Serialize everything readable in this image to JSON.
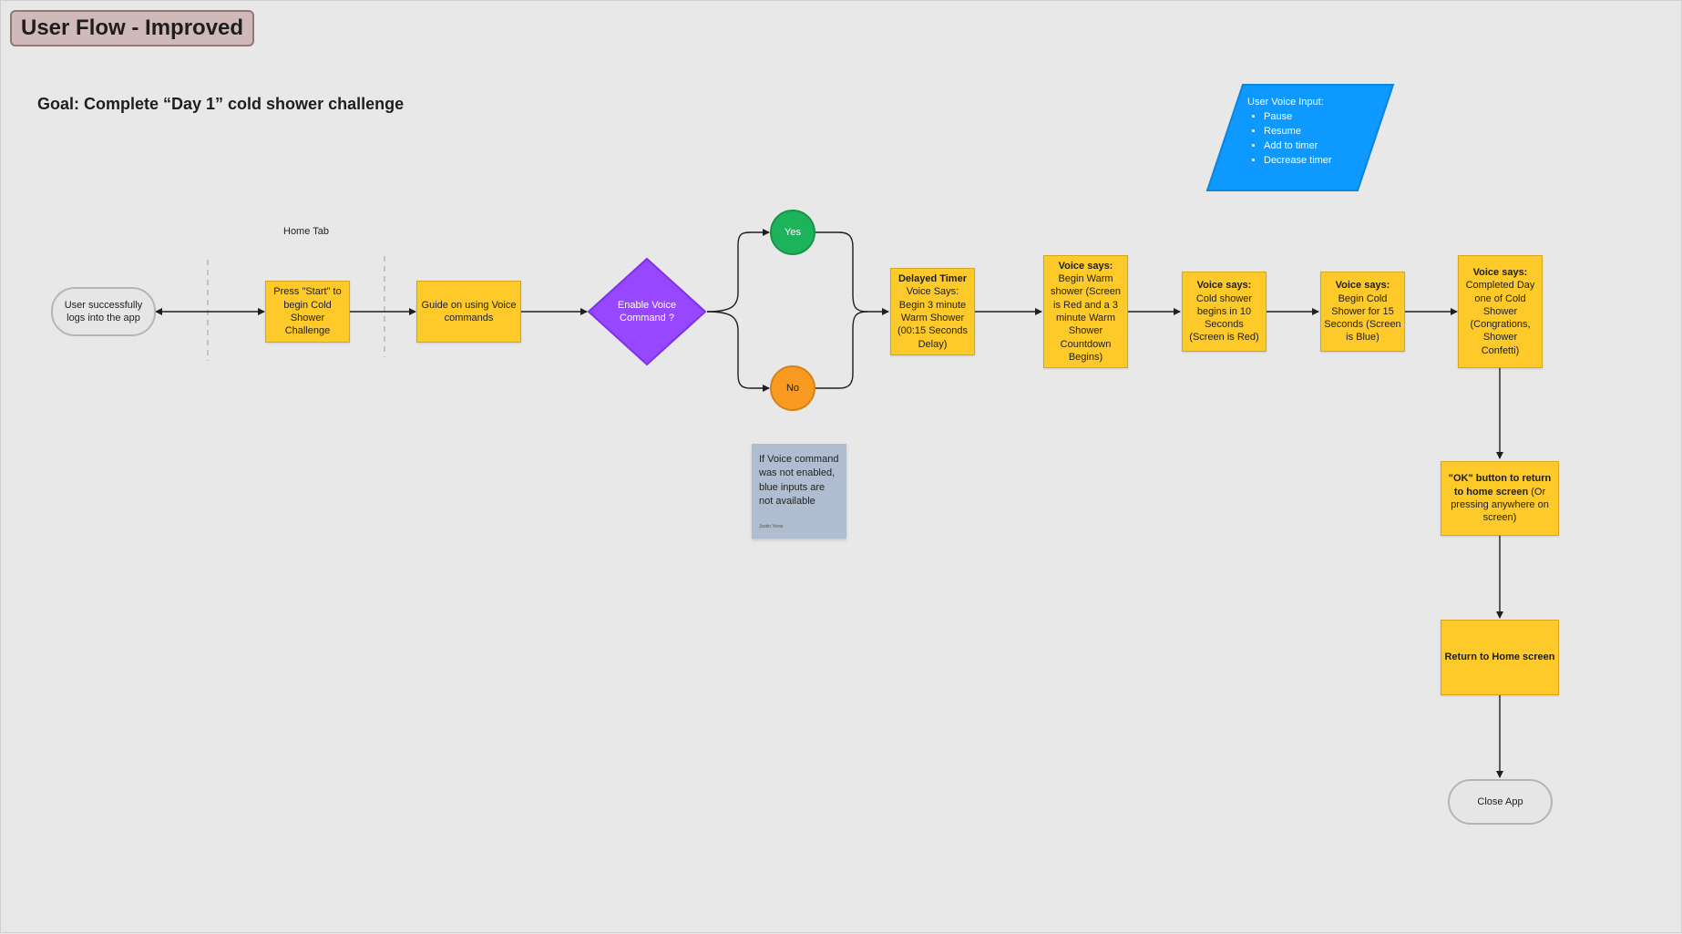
{
  "frame": {
    "title": "User Flow - Improved"
  },
  "goal": "Goal: Complete “Day 1” cold shower challenge",
  "section_label": "Home  Tab",
  "voice_input": {
    "title": "User Voice Input:",
    "items": [
      "Pause",
      "Resume",
      "Add to timer",
      "Decrease timer"
    ]
  },
  "nodes": {
    "login": "User successfully logs into the app",
    "press_start": "Press \"Start\" to begin Cold Shower Challenge",
    "guide": "Guide on using Voice commands",
    "decision": "Enable Voice Command ?",
    "yes": "Yes",
    "no": "No",
    "delayed": {
      "bold": "Delayed Timer",
      "text": "Voice Says: Begin 3 minute Warm Shower (00:15 Seconds Delay)"
    },
    "warm": {
      "bold": "Voice says:",
      "text": "Begin Warm shower (Screen is Red and a 3 minute Warm Shower Countdown Begins)"
    },
    "cold_countdown": {
      "bold": "Voice says:",
      "text": "Cold shower begins in 10 Seconds (Screen is Red)"
    },
    "cold": {
      "bold": "Voice says:",
      "text": "Begin Cold Shower for 15 Seconds (Screen is Blue)"
    },
    "completed": {
      "bold": "Voice says:",
      "text": "Completed Day one of Cold Shower (Congrations, Shower Confetti)"
    },
    "ok_button": {
      "bold": "\"OK\" button to return to home screen",
      "text": " (Or pressing anywhere on screen)"
    },
    "return_home": "Return to Home screen",
    "close_app": "Close App"
  },
  "note": {
    "text": "If Voice command was not enabled, blue inputs are not available",
    "author": "Justin Yeow"
  },
  "colors": {
    "sticky": "#fdca2a",
    "decision": "#9747ff",
    "yes": "#1db35a",
    "no": "#f89a20",
    "voice_input": "#0d99ff",
    "note": "#b0bdd0",
    "frame_title": "#cfb9b9"
  },
  "icons": {
    "arrowhead": "arrow-head-icon"
  }
}
